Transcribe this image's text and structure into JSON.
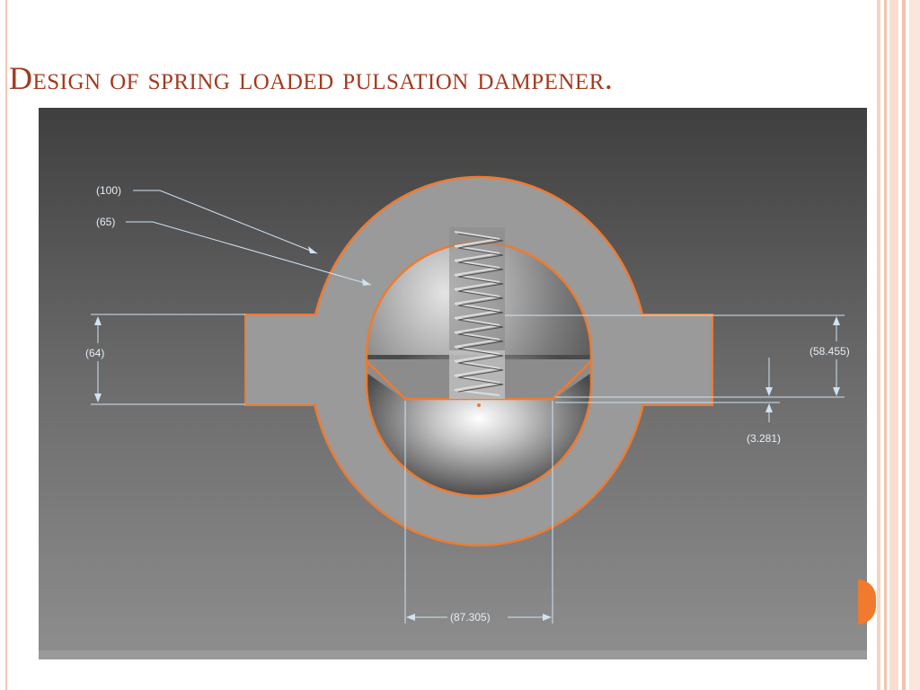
{
  "slide": {
    "title": "Design of spring loaded pulsation dampener."
  },
  "diagram": {
    "labels": {
      "outer_diameter": "(100)",
      "inner_diameter": "(65)",
      "left_height": "(64)",
      "right_height": "(58.455)",
      "gap": "(3.281)",
      "bottom_width": "(87.305)"
    }
  },
  "colors": {
    "title": "#a33a1e",
    "outline": "#f07a2e",
    "body_gray": "#9a9a9a",
    "dimension_line": "#cfe3f2",
    "accent_bar": "#f3c8b6"
  }
}
